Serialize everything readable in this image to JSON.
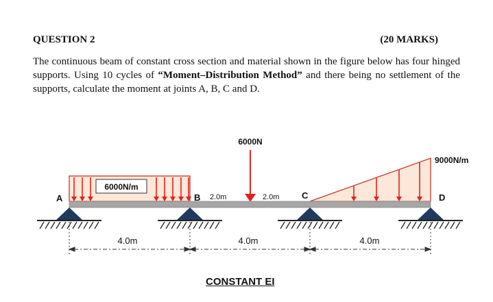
{
  "question": {
    "heading": "QUESTION 2",
    "marks": "(20 MARKS)",
    "body_part1": "The continuous beam of constant cross section and material shown in the figure below has four hinged supports. Using 10 cycles of ",
    "body_bold": "“Moment–Distribution Method”",
    "body_part2": " and there being no settlement of the supports, calculate the moment at joints A, B, C and D."
  },
  "figure": {
    "udl_label": "6000N/m",
    "point_load_label": "6000N",
    "triangular_load_label": "9000N/m",
    "joint_labels": {
      "a": "A",
      "b": "B",
      "c": "C",
      "d": "D"
    },
    "point_load_offset_left": "2.0m",
    "point_load_offset_right": "2.0m",
    "span_labels": [
      "4.0m",
      "4.0m",
      "4.0m"
    ],
    "footer": "CONSTANT EI",
    "colors": {
      "load_fill": "#fde7d8",
      "load_outline": "#c0392b",
      "arrow": "#e0231b",
      "beam": "#a6a6a6",
      "support": "#1f3a5f"
    }
  }
}
